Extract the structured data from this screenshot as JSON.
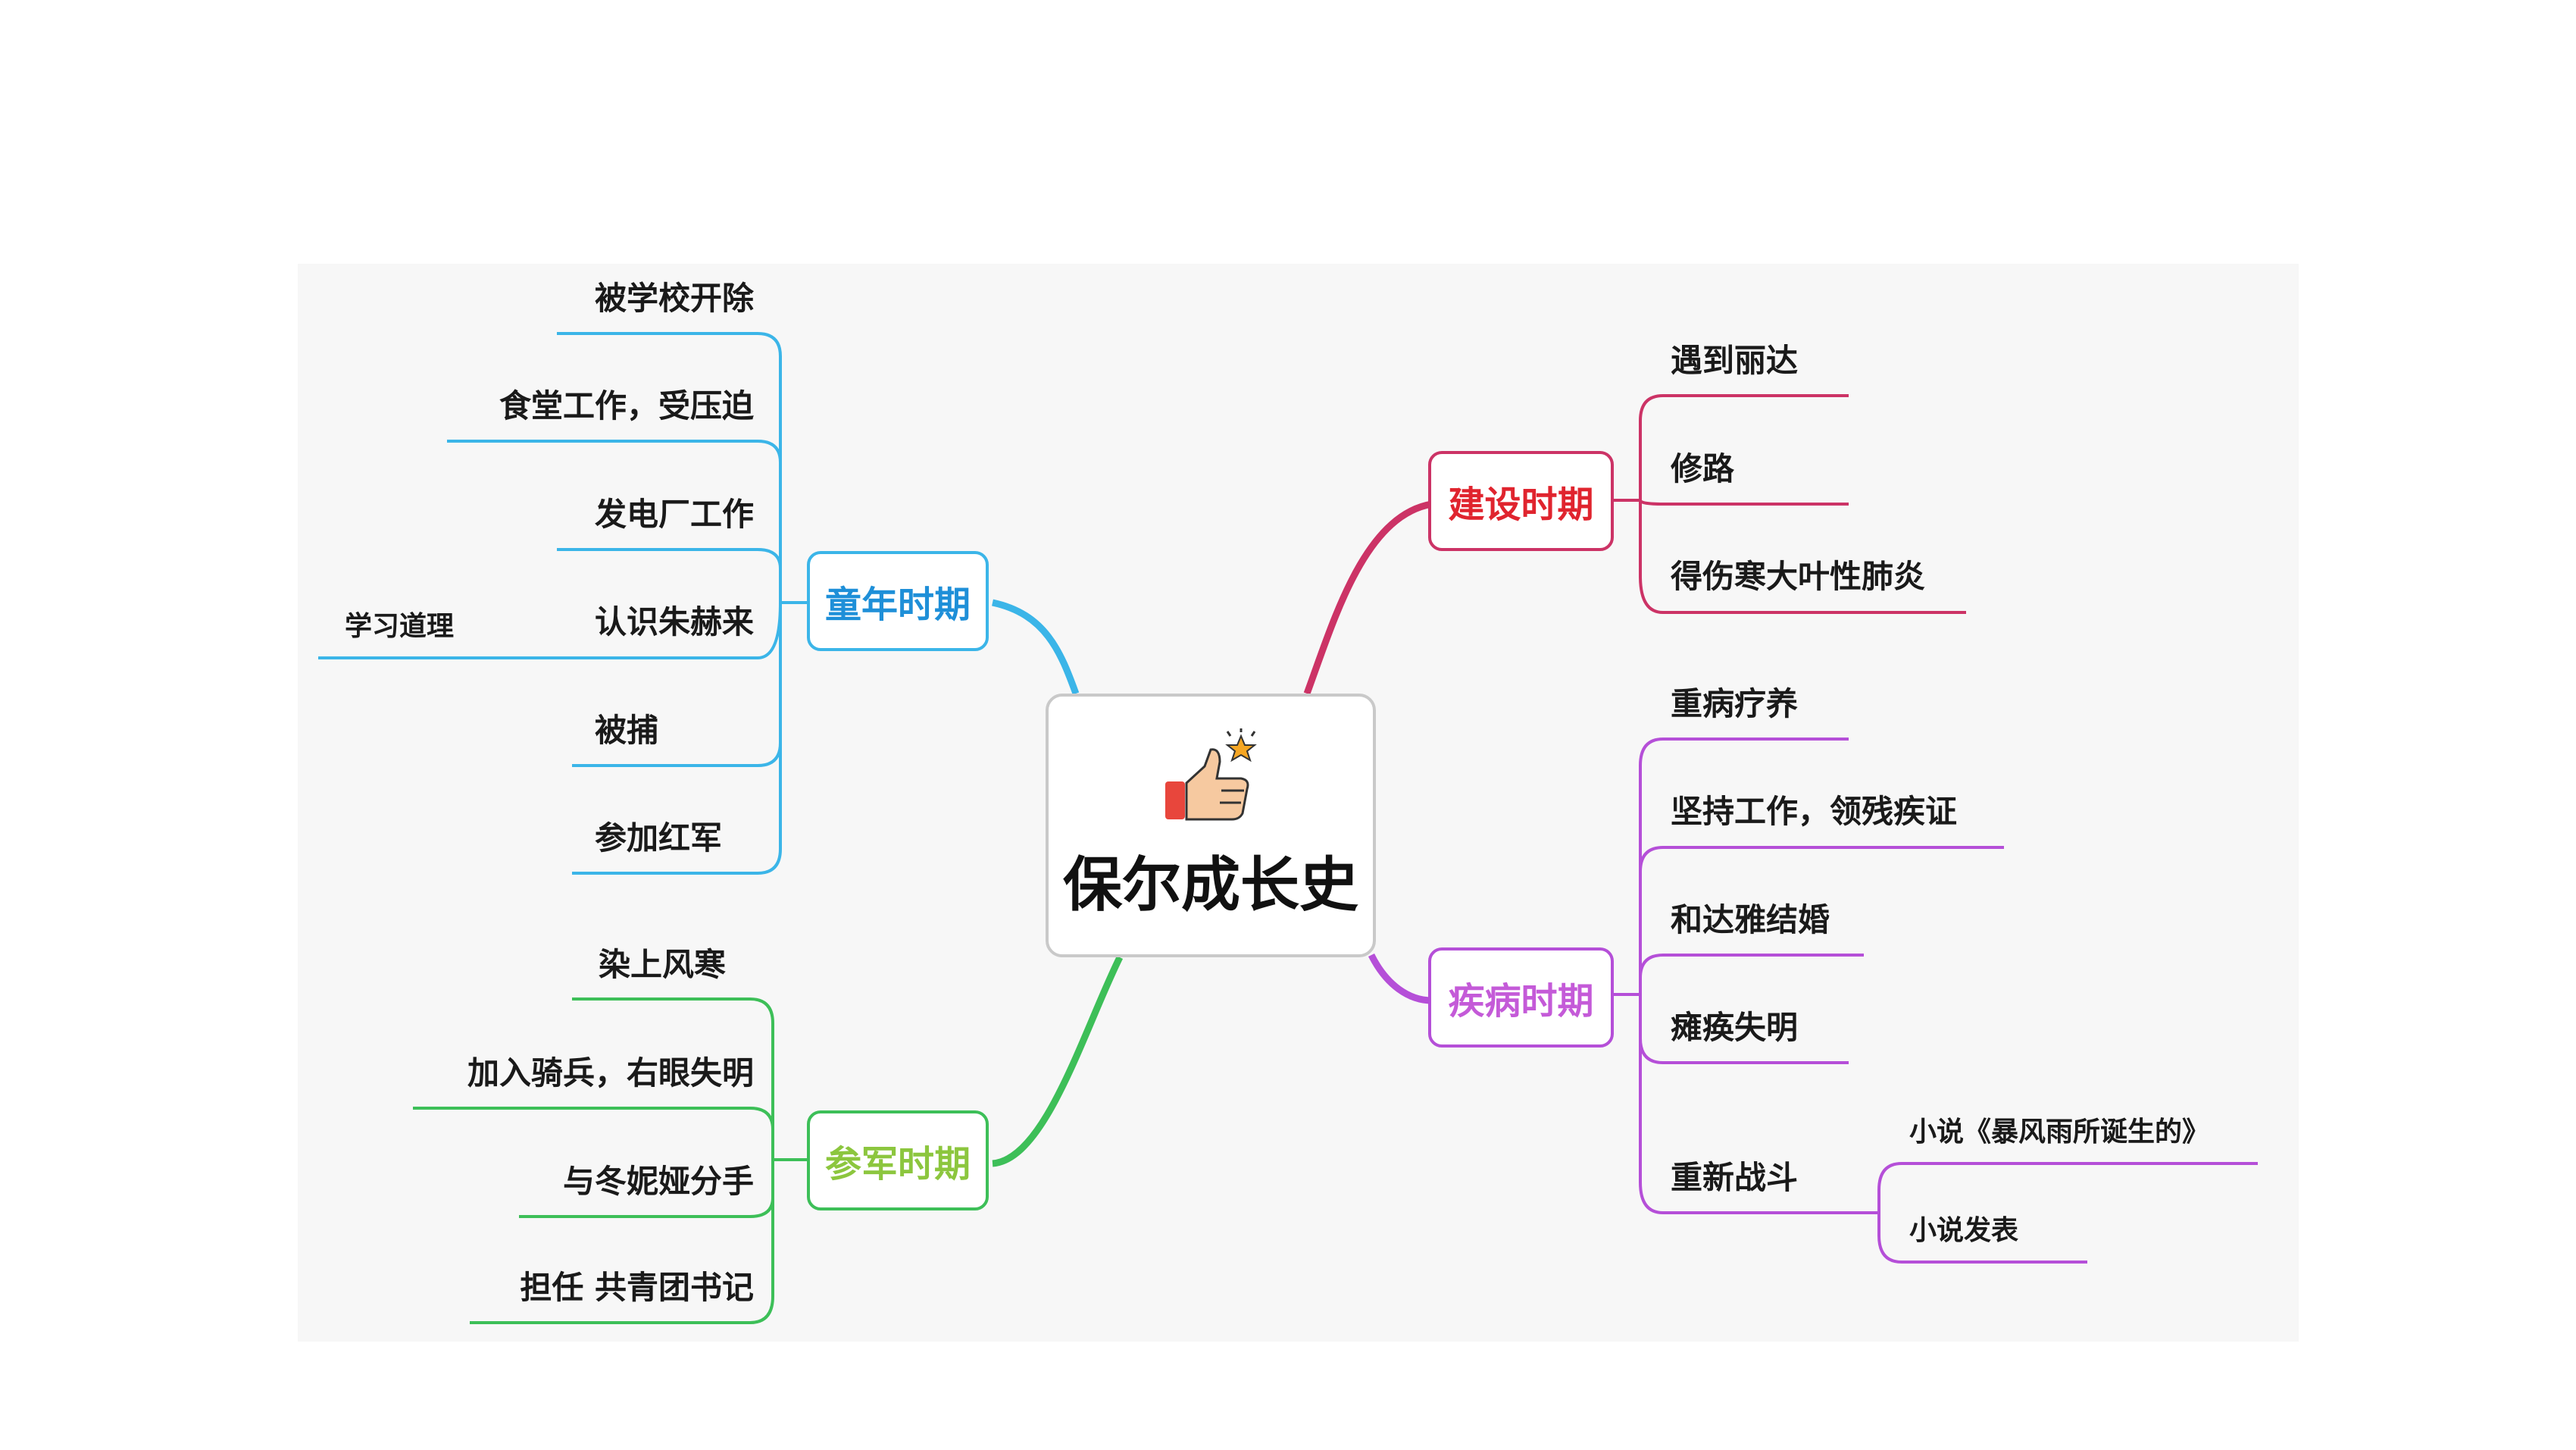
{
  "center": {
    "title": "保尔成长史",
    "icon": "thumbs-up-star-icon"
  },
  "branches": {
    "childhood": {
      "label": "童年时期",
      "color": "#3bb5e8",
      "items": [
        "被学校开除",
        "食堂工作，受压迫",
        "发电厂工作",
        "认识朱赫来",
        "被捕",
        "参加红军"
      ],
      "sub": {
        "parent": "认识朱赫来",
        "items": [
          "学习道理"
        ]
      }
    },
    "army": {
      "label": "参军时期",
      "color": "#3dbf58",
      "label_color": "#8cc63e",
      "items": [
        "染上风寒",
        "加入骑兵，右眼失明",
        "与冬妮娅分手",
        "担任 共青团书记"
      ]
    },
    "construction": {
      "label": "建设时期",
      "color": "#cc3366",
      "label_color": "#e0242e",
      "items": [
        "遇到丽达",
        "修路",
        "得伤寒大叶性肺炎"
      ]
    },
    "illness": {
      "label": "疾病时期",
      "color": "#b54fd8",
      "label_color": "#c45ad8",
      "items": [
        "重病疗养",
        "坚持工作，领残疾证",
        "和达雅结婚",
        "瘫痪失明",
        "重新战斗"
      ],
      "sub": {
        "parent": "重新战斗",
        "items": [
          "小说《暴风雨所诞生的》",
          "小说发表"
        ]
      }
    }
  }
}
